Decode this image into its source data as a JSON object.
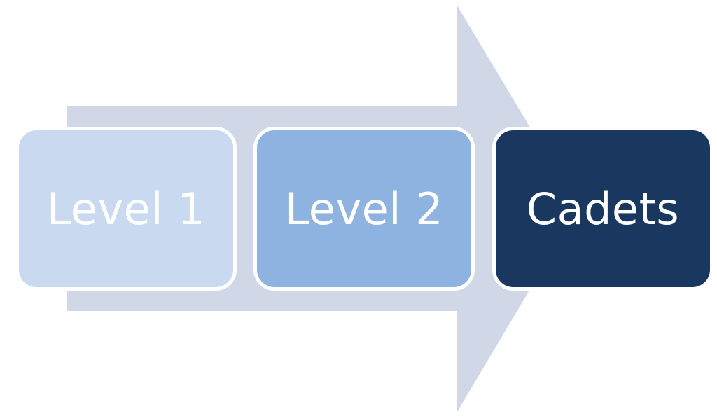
{
  "diagram": {
    "arrow_color": "#D0D8E8",
    "stages": [
      {
        "label": "Level 1",
        "color": "#C8D9F0"
      },
      {
        "label": "Level 2",
        "color": "#8FB3E0"
      },
      {
        "label": "Cadets",
        "color": "#1A3760"
      }
    ]
  }
}
